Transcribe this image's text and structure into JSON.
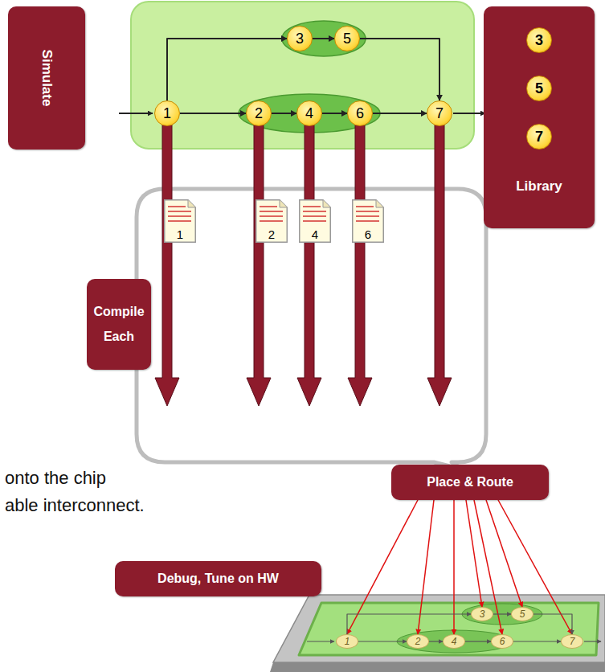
{
  "diagram": {
    "nodes": [
      {
        "text": [
          "Simulate"
        ]
      },
      {
        "text": [
          "1"
        ]
      },
      {
        "text": [
          "3"
        ]
      },
      {
        "text": [
          "5"
        ]
      },
      {
        "text": [
          "2"
        ]
      },
      {
        "text": [
          "4"
        ]
      },
      {
        "text": [
          "6"
        ]
      },
      {
        "text": [
          "7"
        ]
      },
      {
        "text": [
          "Library"
        ]
      },
      {
        "text": [
          "3"
        ],
        "in": 8
      },
      {
        "text": [
          "5"
        ],
        "in": 8
      },
      {
        "text": [
          "7"
        ],
        "in": 8
      },
      {
        "text": [
          "1"
        ]
      },
      {
        "text": [
          "2"
        ]
      },
      {
        "text": [
          "4"
        ]
      },
      {
        "text": [
          "6"
        ]
      },
      {
        "text": [
          "Compile Each"
        ]
      },
      {
        "text": [
          "Place & Route"
        ]
      },
      {
        "text": [
          "Debug, Tune on HW"
        ]
      },
      {
        "text": [
          "1"
        ]
      },
      {
        "text": [
          "3"
        ]
      },
      {
        "text": [
          "5"
        ]
      },
      {
        "text": [
          "2"
        ]
      },
      {
        "text": [
          "4"
        ]
      },
      {
        "text": [
          "6"
        ]
      },
      {
        "text": [
          "7"
        ]
      }
    ],
    "edges": [
      {
        "from": 1,
        "to": 4,
        "arrow": "to"
      },
      {
        "from": 4,
        "to": 5,
        "arrow": "to"
      },
      {
        "from": 5,
        "to": 6,
        "arrow": "to"
      },
      {
        "from": 6,
        "to": 7,
        "arrow": "to"
      },
      {
        "from": 1,
        "to": 2,
        "arrow": "to"
      },
      {
        "from": 2,
        "to": 3,
        "arrow": "to"
      },
      {
        "from": 3,
        "to": 7,
        "arrow": "to"
      },
      {
        "from": 17,
        "to": 19,
        "arrow": "to"
      },
      {
        "from": 17,
        "to": 22,
        "arrow": "to"
      },
      {
        "from": 17,
        "to": 23,
        "arrow": "to"
      },
      {
        "from": 17,
        "to": 20,
        "arrow": "to"
      },
      {
        "from": 17,
        "to": 24,
        "arrow": "to"
      },
      {
        "from": 17,
        "to": 21,
        "arrow": "to"
      },
      {
        "from": 17,
        "to": 25,
        "arrow": "to"
      },
      {
        "from": 19,
        "to": 22,
        "arrow": "to"
      },
      {
        "from": 22,
        "to": 23,
        "arrow": "to"
      },
      {
        "from": 23,
        "to": 24,
        "arrow": "to"
      },
      {
        "from": 24,
        "to": 25,
        "arrow": "to"
      },
      {
        "from": 19,
        "to": 20,
        "arrow": "to"
      },
      {
        "from": 20,
        "to": 21,
        "arrow": "to"
      },
      {
        "from": 21,
        "to": 25,
        "arrow": "to"
      }
    ],
    "labels": [
      "onto the chip",
      "able interconnect."
    ]
  }
}
